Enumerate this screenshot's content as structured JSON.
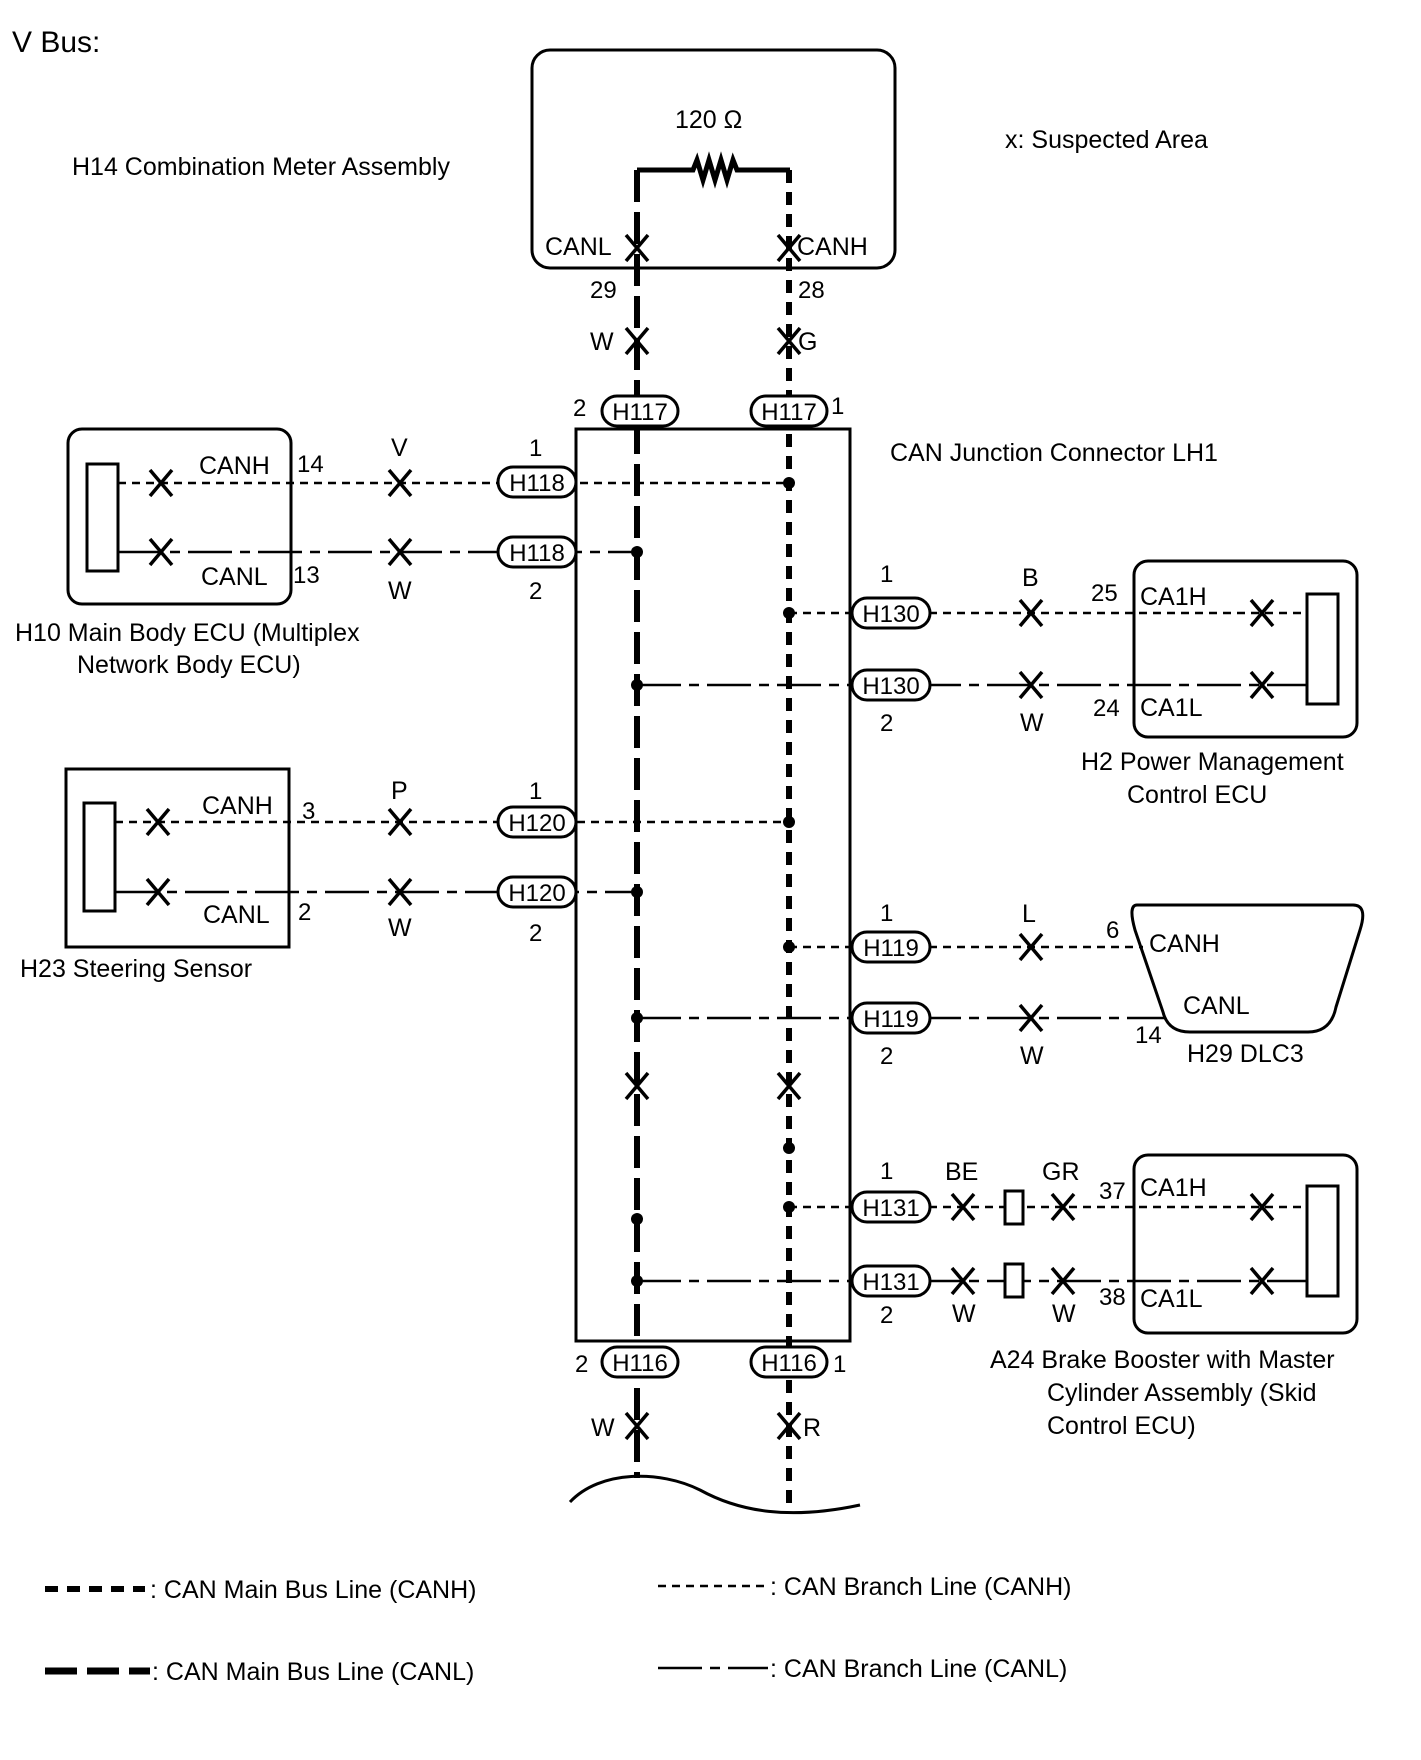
{
  "title": "V Bus:",
  "legend_suspected": "x: Suspected Area",
  "resistor": "120 Ω",
  "meter": {
    "name": "H14 Combination Meter Assembly",
    "canl": "CANL",
    "canh": "CANH",
    "pin_l": "29",
    "pin_h": "28",
    "wire_l": "W",
    "wire_h": "G"
  },
  "h117": {
    "label": "H117",
    "pin_l": "2",
    "pin_h": "1"
  },
  "junction_name": "CAN Junction Connector LH1",
  "h116": {
    "label": "H116",
    "pin_l": "2",
    "pin_h": "1",
    "wire_l": "W",
    "wire_h": "R"
  },
  "h10": {
    "name_line1": "H10  Main Body ECU (Multiplex",
    "name_line2": "Network Body ECU)",
    "canh": "CANH",
    "canl": "CANL",
    "pin_h": "14",
    "pin_l": "13",
    "wire_h": "V",
    "wire_l": "W",
    "conn": "H118",
    "conn_pin_h": "1",
    "conn_pin_l": "2"
  },
  "h23": {
    "name": "H23  Steering Sensor",
    "canh": "CANH",
    "canl": "CANL",
    "pin_h": "3",
    "pin_l": "2",
    "wire_h": "P",
    "wire_l": "W",
    "conn": "H120",
    "conn_pin_h": "1",
    "conn_pin_l": "2"
  },
  "h2": {
    "name_line1": "H2  Power Management",
    "name_line2": "Control ECU",
    "canh": "CA1H",
    "canl": "CA1L",
    "pin_h": "25",
    "pin_l": "24",
    "wire_h": "B",
    "wire_l": "W",
    "conn": "H130",
    "conn_pin_h": "1",
    "conn_pin_l": "2"
  },
  "h29": {
    "name": "H29 DLC3",
    "canh": "CANH",
    "canl": "CANL",
    "pin_h": "6",
    "pin_l": "14",
    "wire_h": "L",
    "wire_l": "W",
    "conn": "H119",
    "conn_pin_h": "1",
    "conn_pin_l": "2"
  },
  "a24": {
    "name_line1": "A24 Brake Booster with Master",
    "name_line2": "Cylinder Assembly (Skid",
    "name_line3": "Control ECU)",
    "canh": "CA1H",
    "canl": "CA1L",
    "pin_h": "37",
    "pin_l": "38",
    "wire_h1": "BE",
    "wire_h2": "GR",
    "wire_l1": "W",
    "wire_l2": "W",
    "conn": "H131",
    "conn_pin_h": "1",
    "conn_pin_l": "2"
  },
  "legend": {
    "main_h": ": CAN Main Bus Line (CANH)",
    "main_l": ": CAN Main Bus Line (CANL)",
    "branch_h": ": CAN Branch Line (CANH)",
    "branch_l": ": CAN Branch Line (CANL)"
  }
}
